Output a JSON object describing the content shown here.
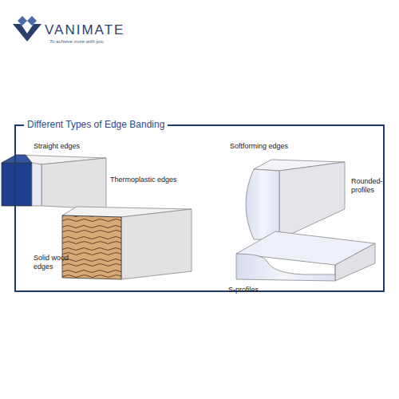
{
  "diagram": {
    "nodes": [
      {
        "text": [
          "Different Types of Edge Banding"
        ]
      }
    ],
    "labels": [
      "VANIMATE",
      "To achieve more with you",
      "Straight edges",
      "Thermoplastic edges",
      "Solid wood edges",
      "Softforming edges",
      "Rounded-profiles",
      "S-profiles"
    ]
  }
}
